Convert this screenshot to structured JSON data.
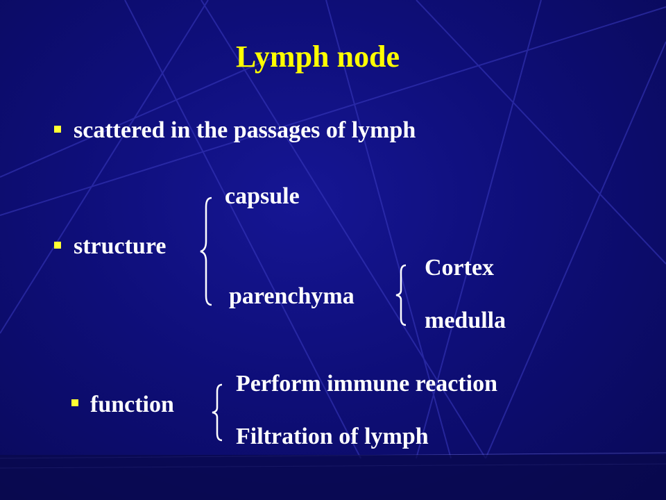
{
  "slide": {
    "title": "Lymph node",
    "bullet1": "scattered in the passages of lymph",
    "structure": {
      "label": "structure",
      "capsule": "capsule",
      "parenchyma": "parenchyma",
      "cortex": "Cortex",
      "medulla": "medulla"
    },
    "function": {
      "label": "function",
      "item1": "Perform immune reaction",
      "item2": "Filtration of lymph"
    }
  },
  "colors": {
    "background": "#0e0e78",
    "title": "#ffff00",
    "text": "#ffffff",
    "bullet": "#ffff33"
  }
}
